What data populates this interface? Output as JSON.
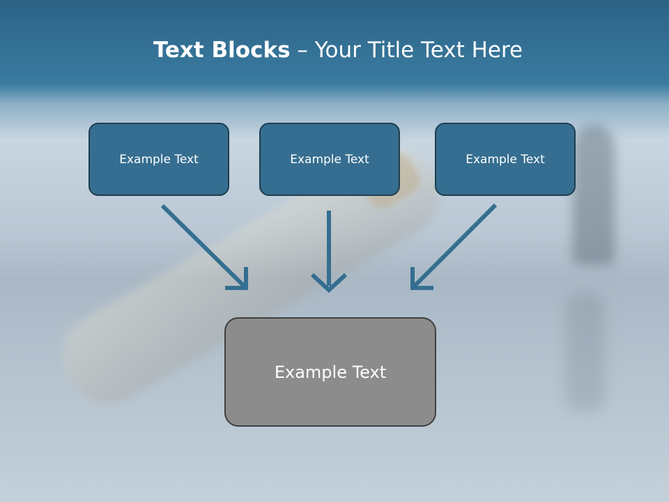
{
  "slide": {
    "title": {
      "bold": "Text Blocks",
      "separator": " – ",
      "rest": "Your Title Text Here"
    },
    "blocks": {
      "top_left": "Example Text",
      "top_middle": "Example Text",
      "top_right": "Example Text",
      "bottom": "Example Text"
    },
    "colors": {
      "header_blue": "#2c6386",
      "block_blue": "#356e90",
      "block_border": "#203d50",
      "arrow": "#356e90",
      "bottom_block": "#8c8c8c"
    }
  }
}
